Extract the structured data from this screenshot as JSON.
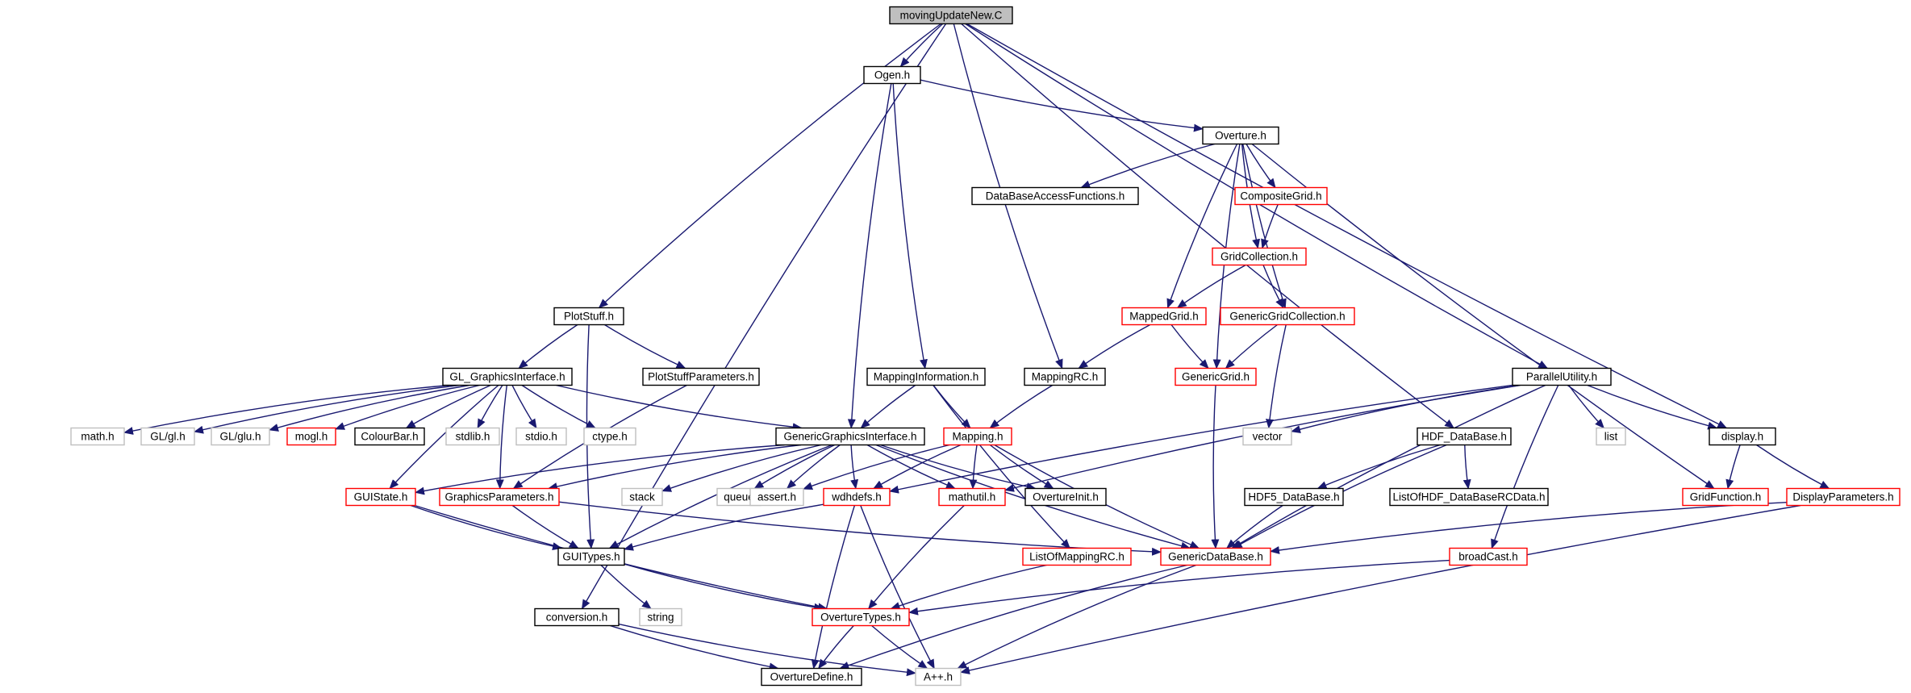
{
  "colors": {
    "edge": "#191970",
    "border_black": "#000000",
    "border_red": "#ff0000",
    "border_gray": "#bfbfbf",
    "root_fill": "#bfbfbf",
    "node_fill": "#ffffff"
  },
  "nodes": [
    {
      "id": "root",
      "label": "movingUpdateNew.C",
      "style": "root"
    },
    {
      "id": "ogen",
      "label": "Ogen.h",
      "style": "black"
    },
    {
      "id": "overture",
      "label": "Overture.h",
      "style": "black"
    },
    {
      "id": "dbaf",
      "label": "DataBaseAccessFunctions.h",
      "style": "black"
    },
    {
      "id": "compositegrid",
      "label": "CompositeGrid.h",
      "style": "red"
    },
    {
      "id": "gridcollection",
      "label": "GridCollection.h",
      "style": "red"
    },
    {
      "id": "mappedgrid",
      "label": "MappedGrid.h",
      "style": "red"
    },
    {
      "id": "gengridcoll",
      "label": "GenericGridCollection.h",
      "style": "red"
    },
    {
      "id": "genericgrid",
      "label": "GenericGrid.h",
      "style": "red"
    },
    {
      "id": "plotstuff",
      "label": "PlotStuff.h",
      "style": "black"
    },
    {
      "id": "glgi",
      "label": "GL_GraphicsInterface.h",
      "style": "black"
    },
    {
      "id": "plotstuffparams",
      "label": "PlotStuffParameters.h",
      "style": "black"
    },
    {
      "id": "mappinginfo",
      "label": "MappingInformation.h",
      "style": "black"
    },
    {
      "id": "mappingrc",
      "label": "MappingRC.h",
      "style": "black"
    },
    {
      "id": "parallelutility",
      "label": "ParallelUtility.h",
      "style": "black"
    },
    {
      "id": "mathh",
      "label": "math.h",
      "style": "gray"
    },
    {
      "id": "glgl",
      "label": "GL/gl.h",
      "style": "gray"
    },
    {
      "id": "glglu",
      "label": "GL/glu.h",
      "style": "gray"
    },
    {
      "id": "mogl",
      "label": "mogl.h",
      "style": "red"
    },
    {
      "id": "colourbar",
      "label": "ColourBar.h",
      "style": "black"
    },
    {
      "id": "stdlib",
      "label": "stdlib.h",
      "style": "gray"
    },
    {
      "id": "stdio",
      "label": "stdio.h",
      "style": "gray"
    },
    {
      "id": "ctype",
      "label": "ctype.h",
      "style": "gray"
    },
    {
      "id": "ggi",
      "label": "GenericGraphicsInterface.h",
      "style": "black"
    },
    {
      "id": "mapping",
      "label": "Mapping.h",
      "style": "red"
    },
    {
      "id": "vector",
      "label": "vector",
      "style": "gray"
    },
    {
      "id": "list",
      "label": "list",
      "style": "gray"
    },
    {
      "id": "display",
      "label": "display.h",
      "style": "black"
    },
    {
      "id": "hdfdb",
      "label": "HDF_DataBase.h",
      "style": "black"
    },
    {
      "id": "guistate",
      "label": "GUIState.h",
      "style": "red"
    },
    {
      "id": "graphicsparams",
      "label": "GraphicsParameters.h",
      "style": "red"
    },
    {
      "id": "stack",
      "label": "stack",
      "style": "gray"
    },
    {
      "id": "queue",
      "label": "queue",
      "style": "gray"
    },
    {
      "id": "assert",
      "label": "assert.h",
      "style": "gray"
    },
    {
      "id": "wdhdefs",
      "label": "wdhdefs.h",
      "style": "red"
    },
    {
      "id": "mathutil",
      "label": "mathutil.h",
      "style": "red"
    },
    {
      "id": "overtureinit",
      "label": "OvertureInit.h",
      "style": "black"
    },
    {
      "id": "hdf5db",
      "label": "HDF5_DataBase.h",
      "style": "black"
    },
    {
      "id": "listofhdf",
      "label": "ListOfHDF_DataBaseRCData.h",
      "style": "black"
    },
    {
      "id": "gridfunction",
      "label": "GridFunction.h",
      "style": "red"
    },
    {
      "id": "displayparams",
      "label": "DisplayParameters.h",
      "style": "red"
    },
    {
      "id": "guitypes",
      "label": "GUITypes.h",
      "style": "black"
    },
    {
      "id": "listofmappingrc",
      "label": "ListOfMappingRC.h",
      "style": "red"
    },
    {
      "id": "genericdatabase",
      "label": "GenericDataBase.h",
      "style": "red"
    },
    {
      "id": "broadcast",
      "label": "broadCast.h",
      "style": "red"
    },
    {
      "id": "string",
      "label": "string",
      "style": "gray"
    },
    {
      "id": "conversion",
      "label": "conversion.h",
      "style": "black"
    },
    {
      "id": "overturetypes",
      "label": "OvertureTypes.h",
      "style": "red"
    },
    {
      "id": "overturedefine",
      "label": "OvertureDefine.h",
      "style": "black"
    },
    {
      "id": "aplusplus",
      "label": "A++.h",
      "style": "gray"
    }
  ],
  "edges": [
    [
      "root",
      "ogen"
    ],
    [
      "root",
      "plotstuff"
    ],
    [
      "root",
      "mappingrc"
    ],
    [
      "root",
      "hdfdb"
    ],
    [
      "root",
      "parallelutility"
    ],
    [
      "root",
      "display"
    ],
    [
      "root",
      "conversion"
    ],
    [
      "ogen",
      "overture"
    ],
    [
      "ogen",
      "ggi"
    ],
    [
      "ogen",
      "mappinginfo"
    ],
    [
      "overture",
      "dbaf"
    ],
    [
      "overture",
      "compositegrid"
    ],
    [
      "overture",
      "gridcollection"
    ],
    [
      "overture",
      "mappedgrid"
    ],
    [
      "overture",
      "gengridcoll"
    ],
    [
      "overture",
      "genericgrid"
    ],
    [
      "overture",
      "gridfunction"
    ],
    [
      "compositegrid",
      "gridcollection"
    ],
    [
      "gridcollection",
      "mappedgrid"
    ],
    [
      "gridcollection",
      "gengridcoll"
    ],
    [
      "mappedgrid",
      "genericgrid"
    ],
    [
      "mappedgrid",
      "mappingrc"
    ],
    [
      "gengridcoll",
      "genericgrid"
    ],
    [
      "gengridcoll",
      "vector"
    ],
    [
      "genericgrid",
      "genericdatabase"
    ],
    [
      "plotstuff",
      "glgi"
    ],
    [
      "plotstuff",
      "plotstuffparams"
    ],
    [
      "plotstuff",
      "guitypes"
    ],
    [
      "glgi",
      "mathh"
    ],
    [
      "glgi",
      "glgl"
    ],
    [
      "glgi",
      "glglu"
    ],
    [
      "glgi",
      "mogl"
    ],
    [
      "glgi",
      "colourbar"
    ],
    [
      "glgi",
      "stdlib"
    ],
    [
      "glgi",
      "stdio"
    ],
    [
      "glgi",
      "ctype"
    ],
    [
      "glgi",
      "ggi"
    ],
    [
      "glgi",
      "guistate"
    ],
    [
      "glgi",
      "graphicsparams"
    ],
    [
      "plotstuffparams",
      "graphicsparams"
    ],
    [
      "mappinginfo",
      "ggi"
    ],
    [
      "mappinginfo",
      "mapping"
    ],
    [
      "mappinginfo",
      "listofmappingrc"
    ],
    [
      "mappingrc",
      "mapping"
    ],
    [
      "mapping",
      "assert"
    ],
    [
      "mapping",
      "wdhdefs"
    ],
    [
      "mapping",
      "mathutil"
    ],
    [
      "mapping",
      "overtureinit"
    ],
    [
      "mapping",
      "genericdatabase"
    ],
    [
      "ggi",
      "guistate"
    ],
    [
      "ggi",
      "graphicsparams"
    ],
    [
      "ggi",
      "stack"
    ],
    [
      "ggi",
      "queue"
    ],
    [
      "ggi",
      "assert"
    ],
    [
      "ggi",
      "wdhdefs"
    ],
    [
      "ggi",
      "mathutil"
    ],
    [
      "ggi",
      "overtureinit"
    ],
    [
      "ggi",
      "guitypes"
    ],
    [
      "ggi",
      "genericdatabase"
    ],
    [
      "parallelutility",
      "vector"
    ],
    [
      "parallelutility",
      "list"
    ],
    [
      "parallelutility",
      "display"
    ],
    [
      "parallelutility",
      "wdhdefs"
    ],
    [
      "parallelutility",
      "mathutil"
    ],
    [
      "parallelutility",
      "genericdatabase"
    ],
    [
      "parallelutility",
      "broadcast"
    ],
    [
      "display",
      "gridfunction"
    ],
    [
      "display",
      "displayparams"
    ],
    [
      "hdfdb",
      "hdf5db"
    ],
    [
      "hdfdb",
      "listofhdf"
    ],
    [
      "hdfdb",
      "genericdatabase"
    ],
    [
      "hdf5db",
      "genericdatabase"
    ],
    [
      "guistate",
      "guitypes"
    ],
    [
      "guistate",
      "overturetypes"
    ],
    [
      "graphicsparams",
      "guitypes"
    ],
    [
      "graphicsparams",
      "genericdatabase"
    ],
    [
      "wdhdefs",
      "guitypes"
    ],
    [
      "wdhdefs",
      "overturedefine"
    ],
    [
      "wdhdefs",
      "aplusplus"
    ],
    [
      "mathutil",
      "overturetypes"
    ],
    [
      "listofmappingrc",
      "overturetypes"
    ],
    [
      "genericdatabase",
      "overturedefine"
    ],
    [
      "genericdatabase",
      "aplusplus"
    ],
    [
      "broadcast",
      "overturetypes"
    ],
    [
      "displayparams",
      "genericdatabase"
    ],
    [
      "displayparams",
      "aplusplus"
    ],
    [
      "guitypes",
      "overturetypes"
    ],
    [
      "guitypes",
      "string"
    ],
    [
      "conversion",
      "overturedefine"
    ],
    [
      "conversion",
      "aplusplus"
    ],
    [
      "overturetypes",
      "overturedefine"
    ],
    [
      "overturetypes",
      "aplusplus"
    ]
  ]
}
